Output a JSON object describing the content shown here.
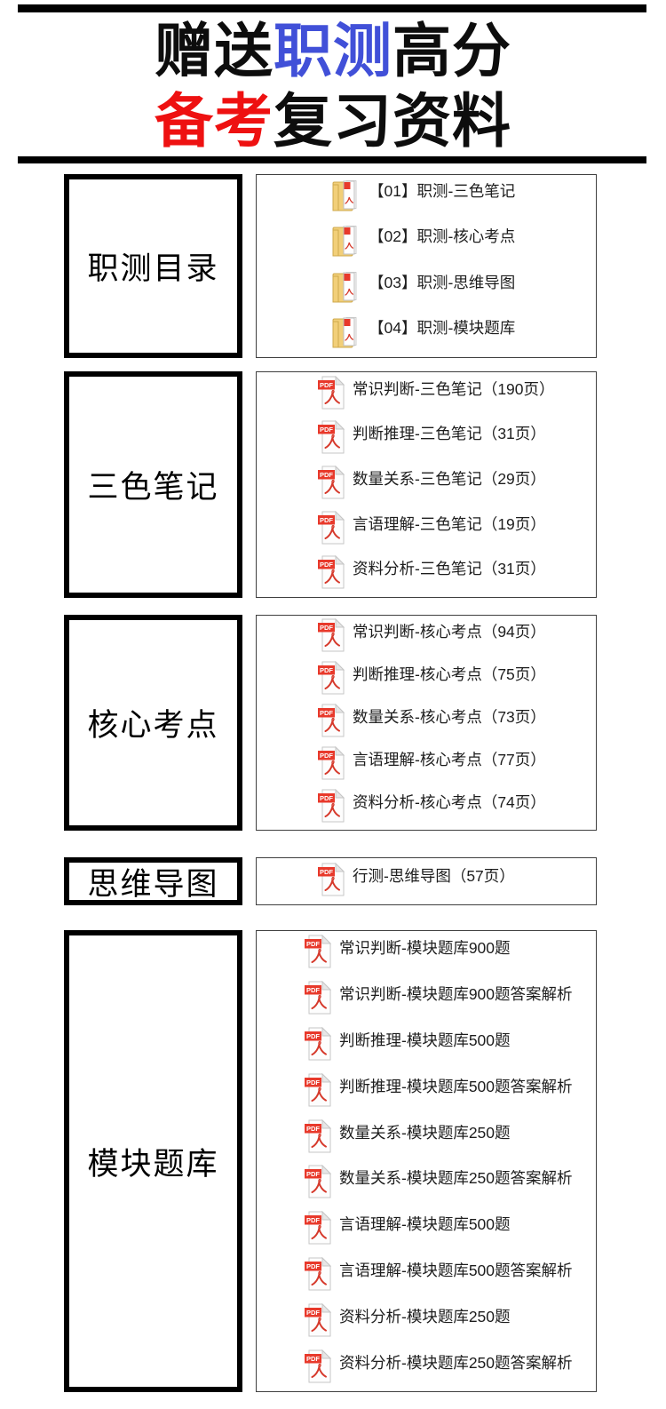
{
  "header": {
    "line1": {
      "part1": "赠送",
      "part2": "职测",
      "part3": "高分"
    },
    "line2": {
      "part1": "备考",
      "part2": "复习资料"
    },
    "colors": {
      "accent_blue": "#4150d8",
      "accent_red": "#ee1111"
    }
  },
  "icons": {
    "pdf_badge_text": "PDF",
    "pdf_red": "#e8392b",
    "folder_yellow": "#f2cf79"
  },
  "sections": [
    {
      "label": "职测目录",
      "icon": "folder",
      "items": [
        "【01】职测-三色笔记",
        "【02】职测-核心考点",
        "【03】职测-思维导图",
        "【04】职测-模块题库"
      ]
    },
    {
      "label": "三色笔记",
      "icon": "pdf",
      "items": [
        "常识判断-三色笔记（190页）",
        "判断推理-三色笔记（31页）",
        "数量关系-三色笔记（29页）",
        "言语理解-三色笔记（19页）",
        "资料分析-三色笔记（31页）"
      ]
    },
    {
      "label": "核心考点",
      "icon": "pdf",
      "items": [
        "常识判断-核心考点（94页）",
        "判断推理-核心考点（75页）",
        "数量关系-核心考点（73页）",
        "言语理解-核心考点（77页）",
        "资料分析-核心考点（74页）"
      ]
    },
    {
      "label": "思维导图",
      "icon": "pdf",
      "items": [
        "行测-思维导图（57页）"
      ]
    },
    {
      "label": "模块题库",
      "icon": "pdf",
      "items": [
        "常识判断-模块题库900题",
        "常识判断-模块题库900题答案解析",
        "判断推理-模块题库500题",
        "判断推理-模块题库500题答案解析",
        "数量关系-模块题库250题",
        "数量关系-模块题库250题答案解析",
        "言语理解-模块题库500题",
        "言语理解-模块题库500题答案解析",
        "资料分析-模块题库250题",
        "资料分析-模块题库250题答案解析"
      ]
    }
  ]
}
